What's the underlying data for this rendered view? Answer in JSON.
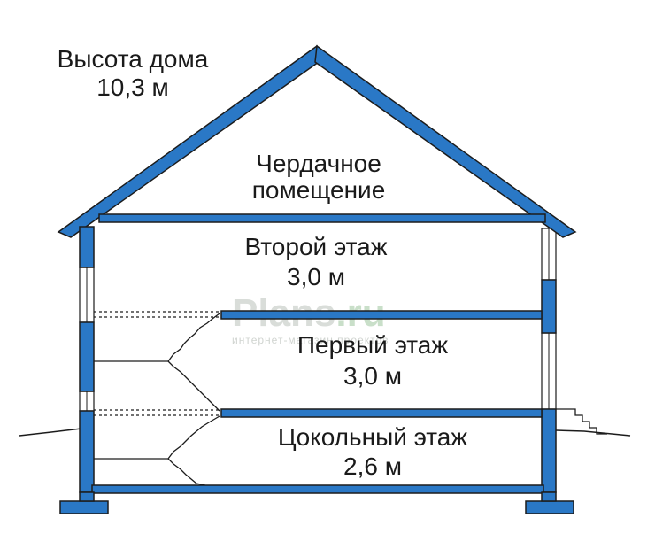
{
  "colors": {
    "structure": "#2a78c6",
    "outline": "#1c1c1c",
    "text": "#1a1a1a",
    "watermark": "#d9ddd9"
  },
  "labels": {
    "house_height_title": "Высота дома",
    "house_height_value": "10,3 м",
    "attic_line1": "Чердачное",
    "attic_line2": "помещение",
    "second_floor_name": "Второй этаж",
    "second_floor_height": "3,0 м",
    "first_floor_name": "Первый этаж",
    "first_floor_height": "3,0 м",
    "basement_name": "Цокольный этаж",
    "basement_height": "2,6 м"
  },
  "watermark": {
    "brand_main": "Plans",
    "brand_suffix": ".ru",
    "tagline": "интернет-магазин проектов"
  }
}
